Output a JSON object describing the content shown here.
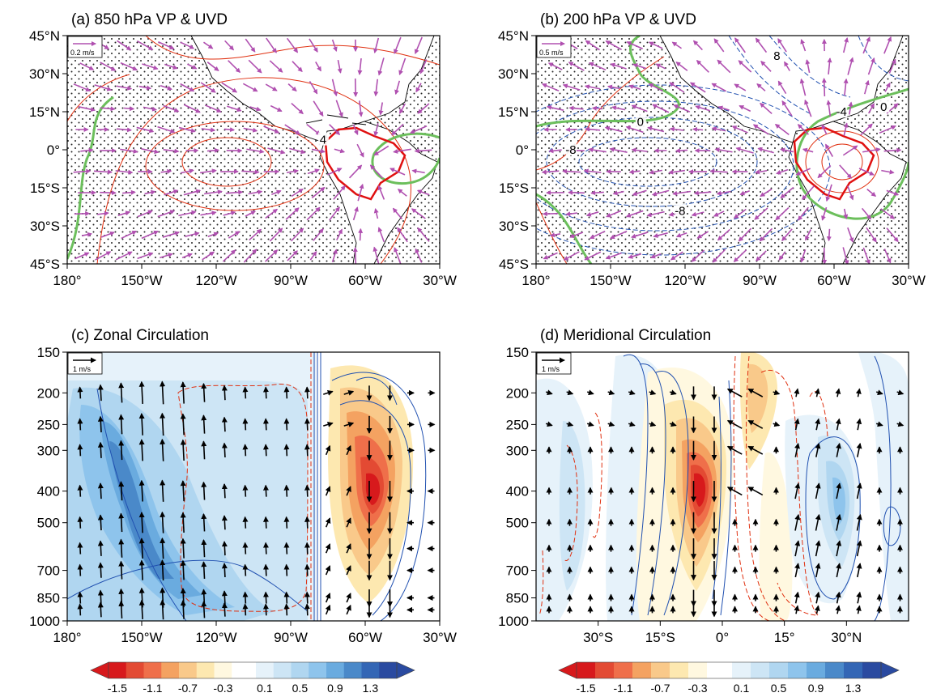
{
  "chart_data": [
    {
      "type": "map",
      "panel_id": "a",
      "title": "(a) 850 hPa VP & UVD",
      "x_ticks": [
        "180°",
        "150°W",
        "120°W",
        "90°W",
        "60°W",
        "30°W"
      ],
      "x_values": [
        -180,
        -150,
        -120,
        -90,
        -60,
        -30
      ],
      "y_ticks": [
        "45°N",
        "30°N",
        "15°N",
        "0°",
        "15°S",
        "30°S",
        "45°S"
      ],
      "y_values": [
        45,
        30,
        15,
        0,
        -15,
        -30,
        -45
      ],
      "xlim": [
        -180,
        -30
      ],
      "ylim": [
        -45,
        45
      ],
      "reference_vector": "0.2 m/s",
      "contour_labels": [
        {
          "text": "4",
          "lon": -77,
          "lat": 3
        }
      ],
      "stippling": true,
      "colors": {
        "vectors": "#b050b0",
        "positive_contour": "#e03010",
        "zero_contour": "#6cbf5c",
        "region": "#e01010"
      }
    },
    {
      "type": "map",
      "panel_id": "b",
      "title": "(b) 200 hPa VP & UVD",
      "x_ticks": [
        "180°",
        "150°W",
        "120°W",
        "90°W",
        "60°W",
        "30°W"
      ],
      "x_values": [
        -180,
        -150,
        -120,
        -90,
        -60,
        -30
      ],
      "y_ticks": [
        "45°N",
        "30°N",
        "15°N",
        "0°",
        "15°S",
        "30°S",
        "45°S"
      ],
      "y_values": [
        45,
        30,
        15,
        0,
        -15,
        -30,
        -45
      ],
      "xlim": [
        -180,
        -30
      ],
      "ylim": [
        -45,
        45
      ],
      "reference_vector": "0.5 m/s",
      "contour_labels": [
        {
          "text": "8",
          "lon": -83,
          "lat": 36
        },
        {
          "text": "0",
          "lon": -138,
          "lat": 10
        },
        {
          "text": "-4",
          "lon": -57,
          "lat": 14
        },
        {
          "text": "0",
          "lon": -40,
          "lat": 16
        },
        {
          "text": "-8",
          "lon": -166,
          "lat": -1
        },
        {
          "text": "-8",
          "lon": -122,
          "lat": -25
        }
      ],
      "stippling": true,
      "colors": {
        "vectors": "#b050b0",
        "positive_contour": "#e03010",
        "negative_contour": "#2050b0",
        "zero_contour": "#6cbf5c",
        "region": "#e01010"
      }
    },
    {
      "type": "heatmap",
      "panel_id": "c",
      "title": "(c) Zonal Circulation",
      "x_ticks": [
        "180°",
        "150°W",
        "120°W",
        "90°W",
        "60°W",
        "30°W"
      ],
      "x_values": [
        -180,
        -150,
        -120,
        -90,
        -60,
        -30
      ],
      "y_ticks": [
        "150",
        "200",
        "250",
        "300",
        "400",
        "500",
        "700",
        "850",
        "1000"
      ],
      "y_values": [
        150,
        200,
        250,
        300,
        400,
        500,
        700,
        850,
        1000
      ],
      "y_scale": "log",
      "y_direction": "reversed",
      "xlim": [
        -180,
        -30
      ],
      "ylim": [
        1000,
        150
      ],
      "reference_vector": "1 m/s",
      "features": [
        {
          "sign": "positive",
          "lon_range": [
            -180,
            -85
          ],
          "peak_lon": -150,
          "peak_level": 400,
          "peak_value": 1.1
        },
        {
          "sign": "negative",
          "lon_range": [
            -75,
            -45
          ],
          "peak_lon": -61,
          "peak_level": 400,
          "peak_value": -1.5
        }
      ]
    },
    {
      "type": "heatmap",
      "panel_id": "d",
      "title": "(d) Meridional Circulation",
      "x_ticks": [
        "30°S",
        "15°S",
        "0°",
        "15°",
        "30°N"
      ],
      "x_values": [
        -30,
        -15,
        0,
        15,
        30
      ],
      "y_ticks": [
        "150",
        "200",
        "250",
        "300",
        "400",
        "500",
        "700",
        "850",
        "1000"
      ],
      "y_values": [
        150,
        200,
        250,
        300,
        400,
        500,
        700,
        850,
        1000
      ],
      "y_scale": "log",
      "y_direction": "reversed",
      "xlim": [
        -45,
        45
      ],
      "ylim": [
        1000,
        150
      ],
      "reference_vector": "1 m/s",
      "features": [
        {
          "sign": "negative",
          "lat_range": [
            -12,
            2
          ],
          "peak_lat": -5,
          "peak_level": 400,
          "peak_value": -1.5
        },
        {
          "sign": "positive",
          "lat_range": [
            20,
            35
          ],
          "peak_lat": 27,
          "peak_level": 450,
          "peak_value": 0.7
        }
      ]
    }
  ],
  "colorbar": {
    "tick_labels": [
      "-1.5",
      "-1.1",
      "-0.7",
      "-0.3",
      "0.1",
      "0.5",
      "0.9",
      "1.3"
    ],
    "levels": [
      -1.5,
      -1.3,
      -1.1,
      -0.9,
      -0.7,
      -0.5,
      -0.3,
      -0.1,
      0.1,
      0.3,
      0.5,
      0.7,
      0.9,
      1.1,
      1.3,
      1.5
    ],
    "colors": [
      "#d7191c",
      "#e34a33",
      "#ef6f4a",
      "#f4a261",
      "#f9c98a",
      "#fde8b0",
      "#fff8e0",
      "#ffffff",
      "#e6f2fa",
      "#cde5f5",
      "#b0d6f0",
      "#8ec4ec",
      "#6aabdf",
      "#4a89c9",
      "#3366b5",
      "#2a4aa0"
    ]
  }
}
